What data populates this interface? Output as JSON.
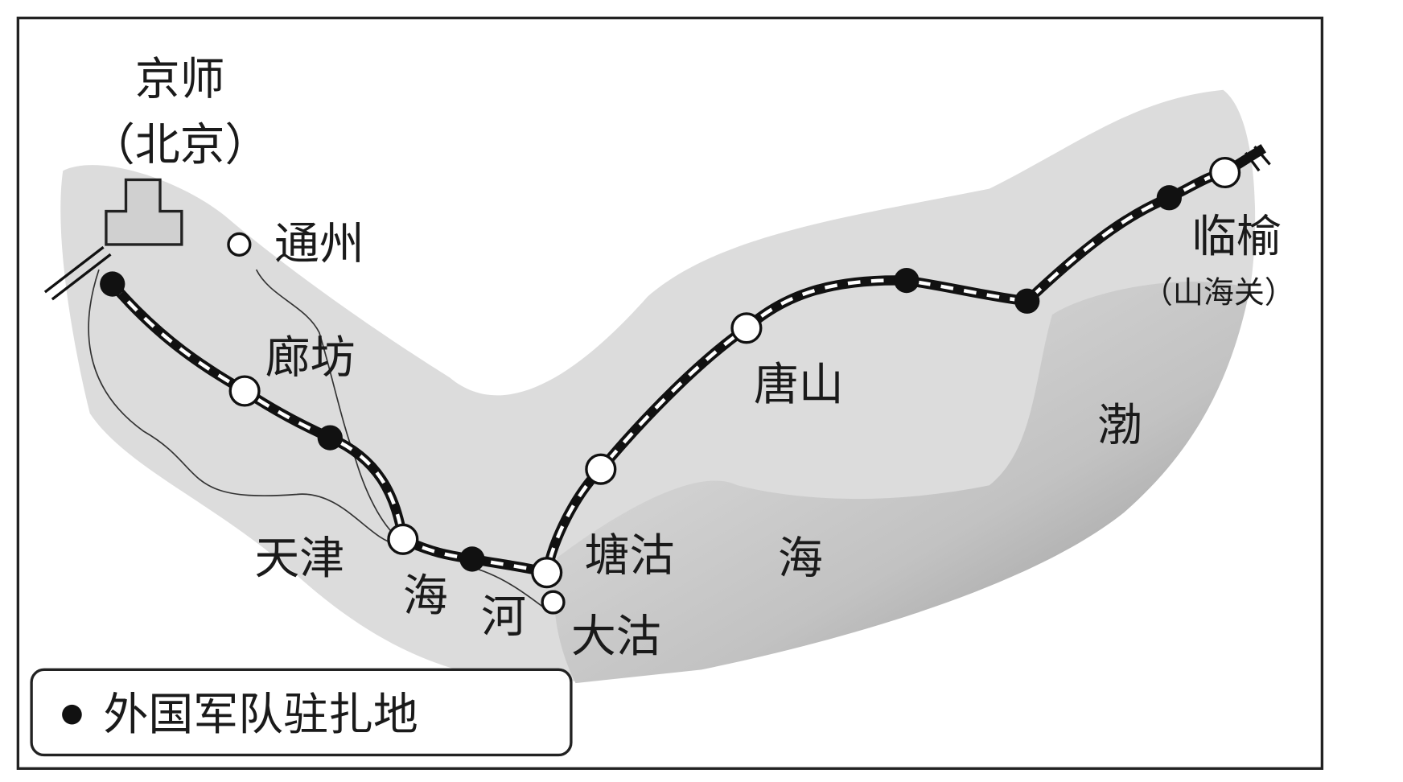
{
  "map": {
    "capital": {
      "name": "京师",
      "modern": "（北京）"
    },
    "places": {
      "tongzhou": "通州",
      "langfang": "廊坊",
      "tianjin": "天津",
      "tanggu": "塘沽",
      "dagu": "大沽",
      "tangshan": "唐山",
      "linyu": "临榆",
      "linyu_alt": "（山海关）"
    },
    "water": {
      "haihe_1": "海",
      "haihe_2": "河",
      "bohai_1": "渤",
      "bohai_2": "海"
    },
    "legend": {
      "foreign_troops": "外国军队驻扎地"
    },
    "colors": {
      "land": "#d9d9d9",
      "sea": "#9a9a9a",
      "rail": "#111111",
      "border": "#222222"
    }
  }
}
